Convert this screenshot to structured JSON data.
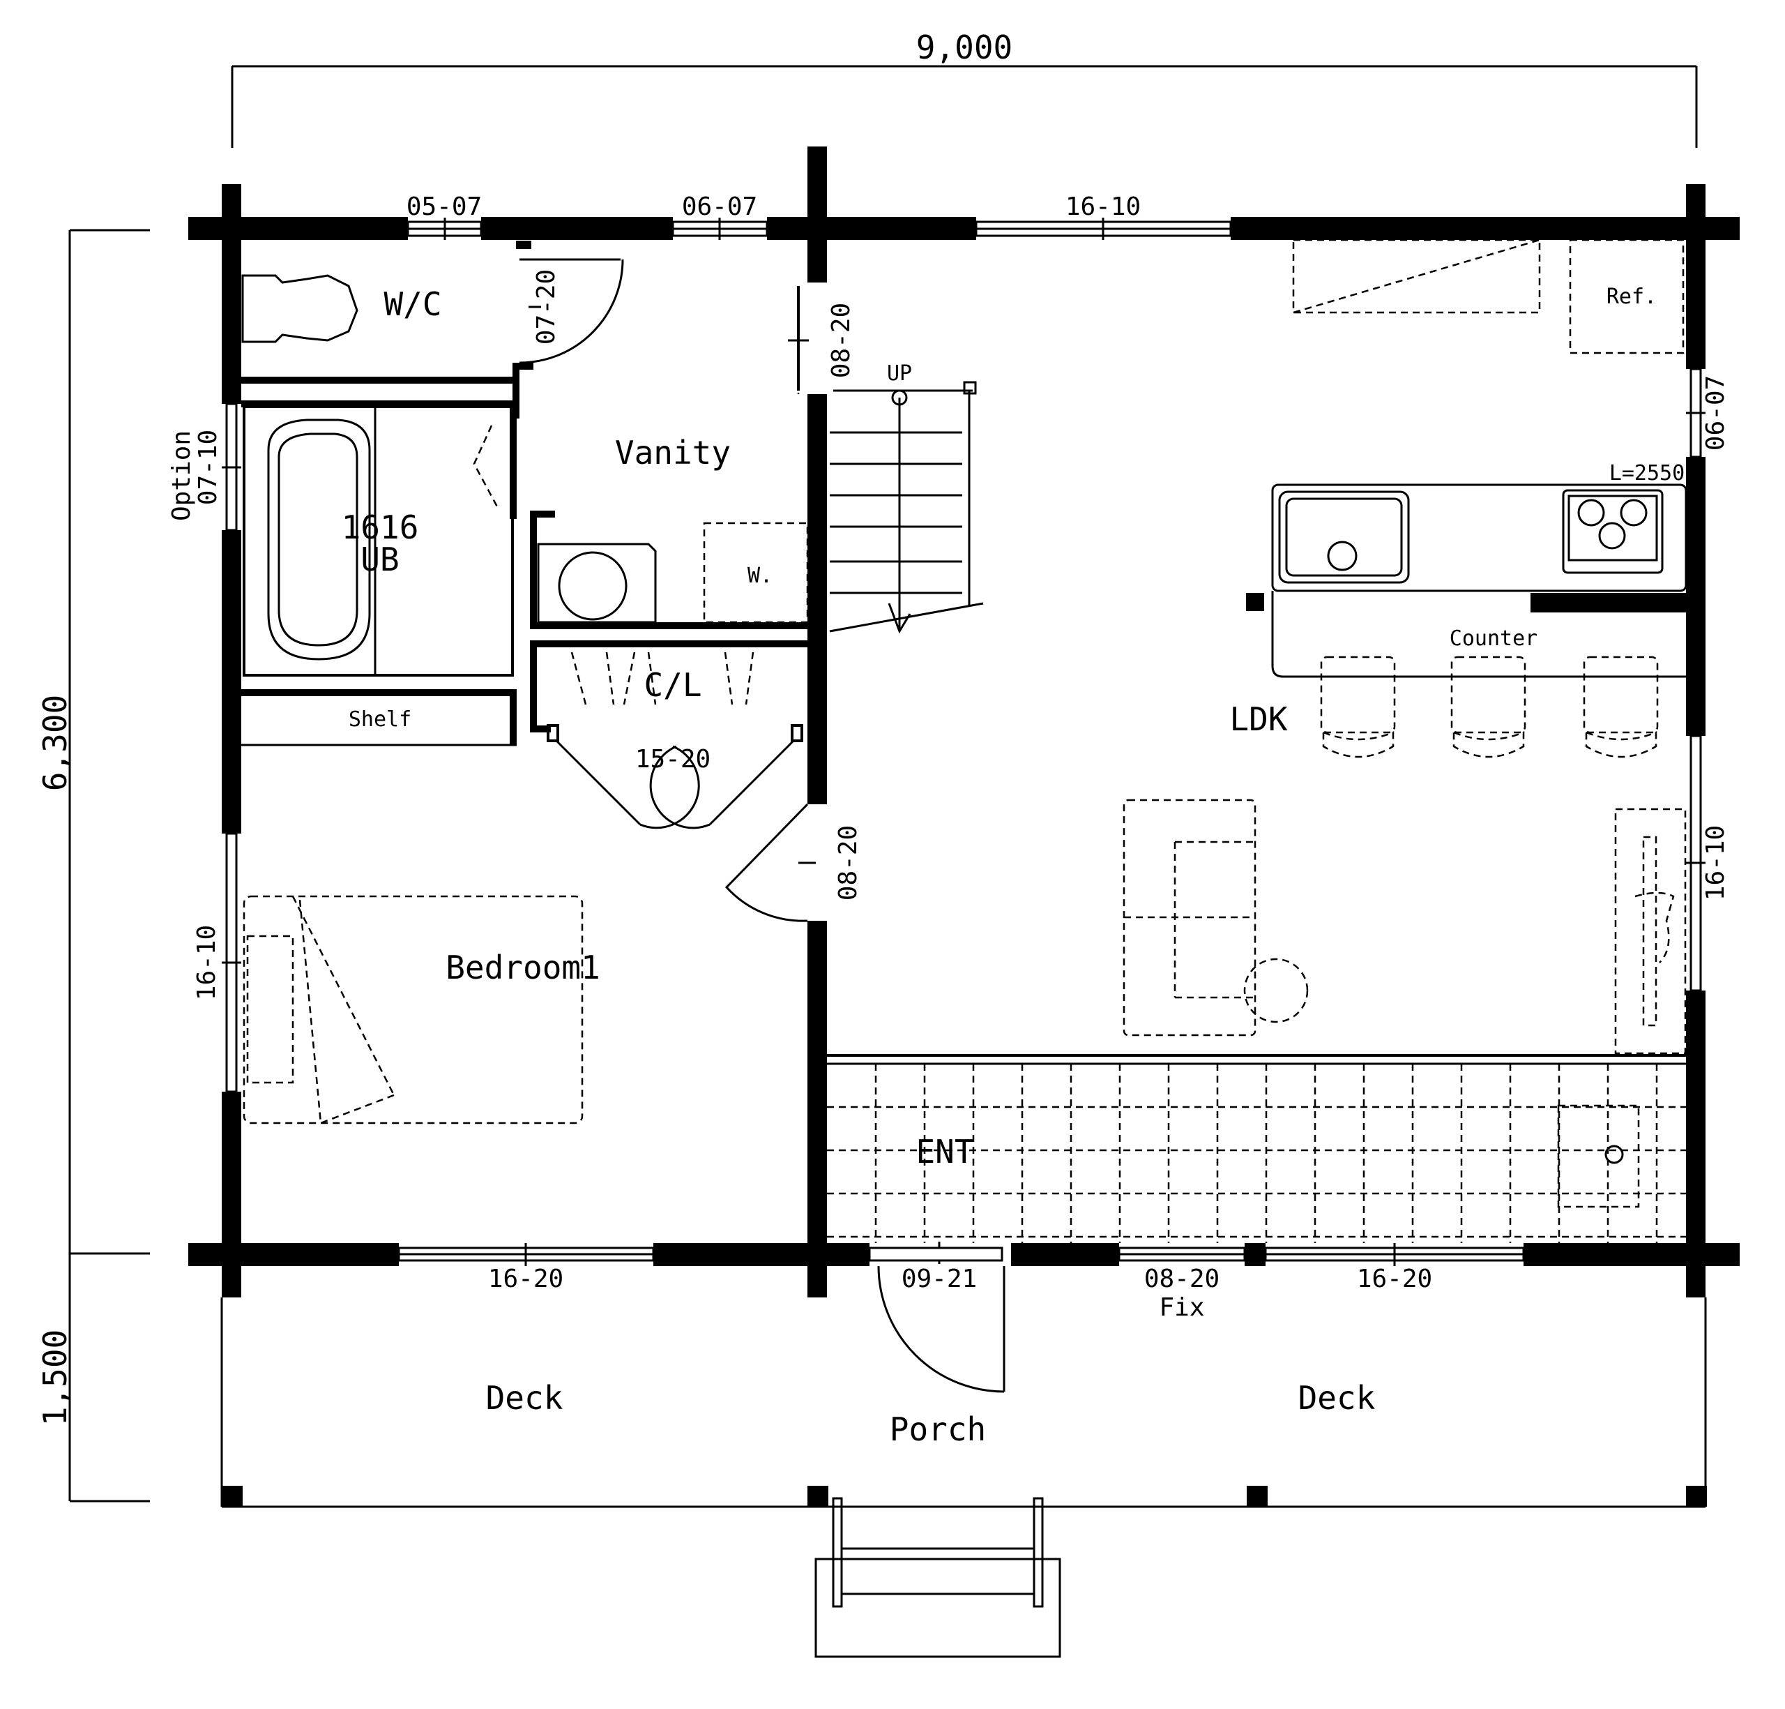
{
  "dimensions": {
    "overall_width": "9,000",
    "house_depth": "6,300",
    "deck_depth": "1,500"
  },
  "rooms": {
    "wc": "W/C",
    "vanity": "Vanity",
    "bath_size": "1616",
    "bath_type": "UB",
    "closet": "C/L",
    "shelf": "Shelf",
    "bedroom": "Bedroom1",
    "ldk": "LDK",
    "entrance": "ENT",
    "deck_left": "Deck",
    "deck_right": "Deck",
    "porch": "Porch",
    "refrigerator": "Ref.",
    "counter": "Counter",
    "kitchen_length": "L=2550",
    "washer": "W.",
    "stair_up": "UP"
  },
  "openings": {
    "top_wc_window": "05-07",
    "top_vanity_window": "06-07",
    "top_ldk_window": "16-10",
    "wc_door": "07-20",
    "vanity_door": "08-20",
    "bath_window_option": "Option",
    "bath_window": "07-10",
    "right_upper_window": "06-07",
    "right_lower_window": "16-10",
    "closet_door": "15-20",
    "bedroom_door": "08-20",
    "bedroom_side_window": "16-10",
    "bottom_bedroom_window": "16-20",
    "entrance_door": "09-21",
    "bottom_fix_window": "08-20",
    "bottom_fix_label": "Fix",
    "bottom_ldk_window": "16-20"
  },
  "icons": [
    "toilet-icon",
    "bathtub-icon",
    "washer-icon",
    "sink-icon",
    "stove-icon",
    "sofa-icon",
    "bed-icon",
    "stool-icon"
  ]
}
